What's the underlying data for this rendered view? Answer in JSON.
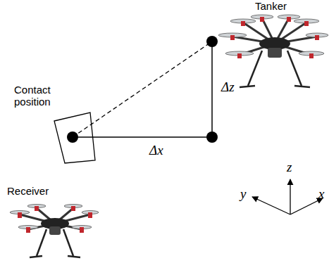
{
  "diagram": {
    "nodes": [
      {
        "text": [
          "Contact position"
        ]
      }
    ],
    "labels": [
      "Tanker",
      "Δz",
      "Δx",
      "Receiver",
      "z",
      "y",
      "x"
    ]
  }
}
